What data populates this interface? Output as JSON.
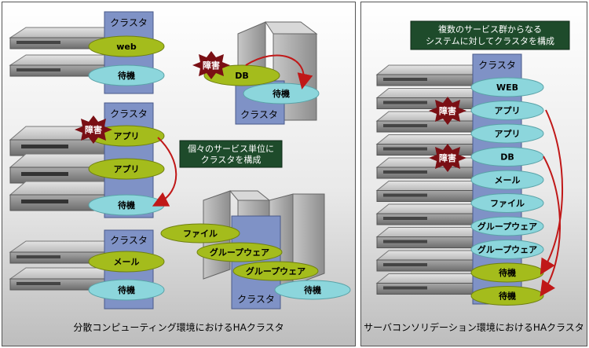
{
  "left": {
    "caption": "分散コンピューティング環境におけるHAクラスタ",
    "cluster_label": "クラスタ",
    "groups": [
      {
        "nodes": [
          "web",
          "待機"
        ]
      },
      {
        "nodes": [
          "DB",
          "待機"
        ],
        "failure": "障害"
      },
      {
        "nodes": [
          "アプリ",
          "アプリ",
          "待機"
        ],
        "failure": "障害"
      },
      {
        "nodes": [
          "メール",
          "待機"
        ]
      },
      {
        "nodes": [
          "ファイル",
          "グループウェア",
          "グループウェア",
          "待機"
        ]
      }
    ],
    "note": [
      "個々のサービス単位に",
      "クラスタを構成"
    ]
  },
  "right": {
    "caption": "サーバコンソリデーション環境におけるHAクラスタ",
    "title": [
      "複数のサービス群からなる",
      "システムに対してクラスタを構成"
    ],
    "cluster_label": "クラスタ",
    "nodes": [
      "WEB",
      "アプリ",
      "アプリ",
      "DB",
      "メール",
      "ファイル",
      "グループウェア",
      "グループウェア",
      "待機",
      "待機"
    ],
    "failure_labels": [
      "障害",
      "障害"
    ]
  },
  "colors": {
    "cluster_box": "#7f92c6",
    "active_ellipse": "#a4bc1c",
    "standby_ellipse": "#8cd6dc",
    "failure_star": "#7a0f14",
    "arrow": "#c01818",
    "note_bg": "#1e4b2b"
  }
}
